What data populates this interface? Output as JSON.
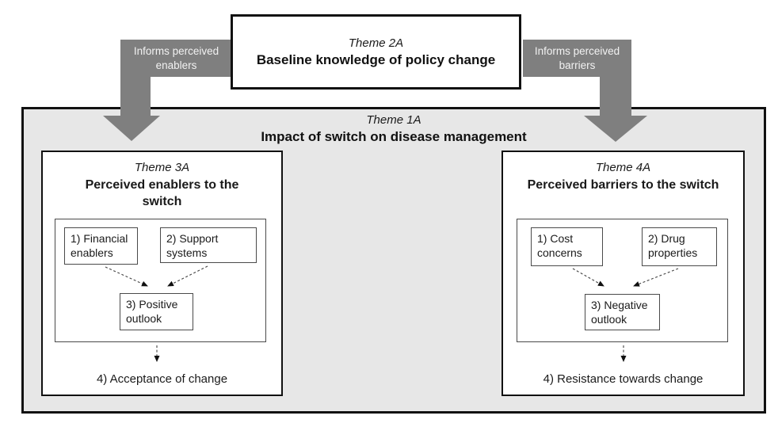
{
  "figure": {
    "top_box": {
      "theme_label": "Theme 2A",
      "title": "Baseline knowledge of policy change"
    },
    "arrows": {
      "left_label": "Informs perceived enablers",
      "right_label": "Informs perceived barriers"
    },
    "main_box": {
      "theme_label": "Theme 1A",
      "title": "Impact of switch on disease management"
    },
    "enablers_panel": {
      "theme_label": "Theme 3A",
      "title": "Perceived enablers to the switch",
      "box1": "1) Financial enablers",
      "box2": "2) Support systems",
      "box3": "3) Positive outlook",
      "outcome": "4) Acceptance of change"
    },
    "barriers_panel": {
      "theme_label": "Theme 4A",
      "title": "Perceived barriers to the switch",
      "box1": "1) Cost concerns",
      "box2": "2) Drug properties",
      "box3": "3) Negative outlook",
      "outcome": "4) Resistance towards change"
    },
    "colors": {
      "arrow_gray": "#7f7f7f",
      "main_box_bg": "#e7e7e7",
      "border_dark": "#111111"
    }
  }
}
